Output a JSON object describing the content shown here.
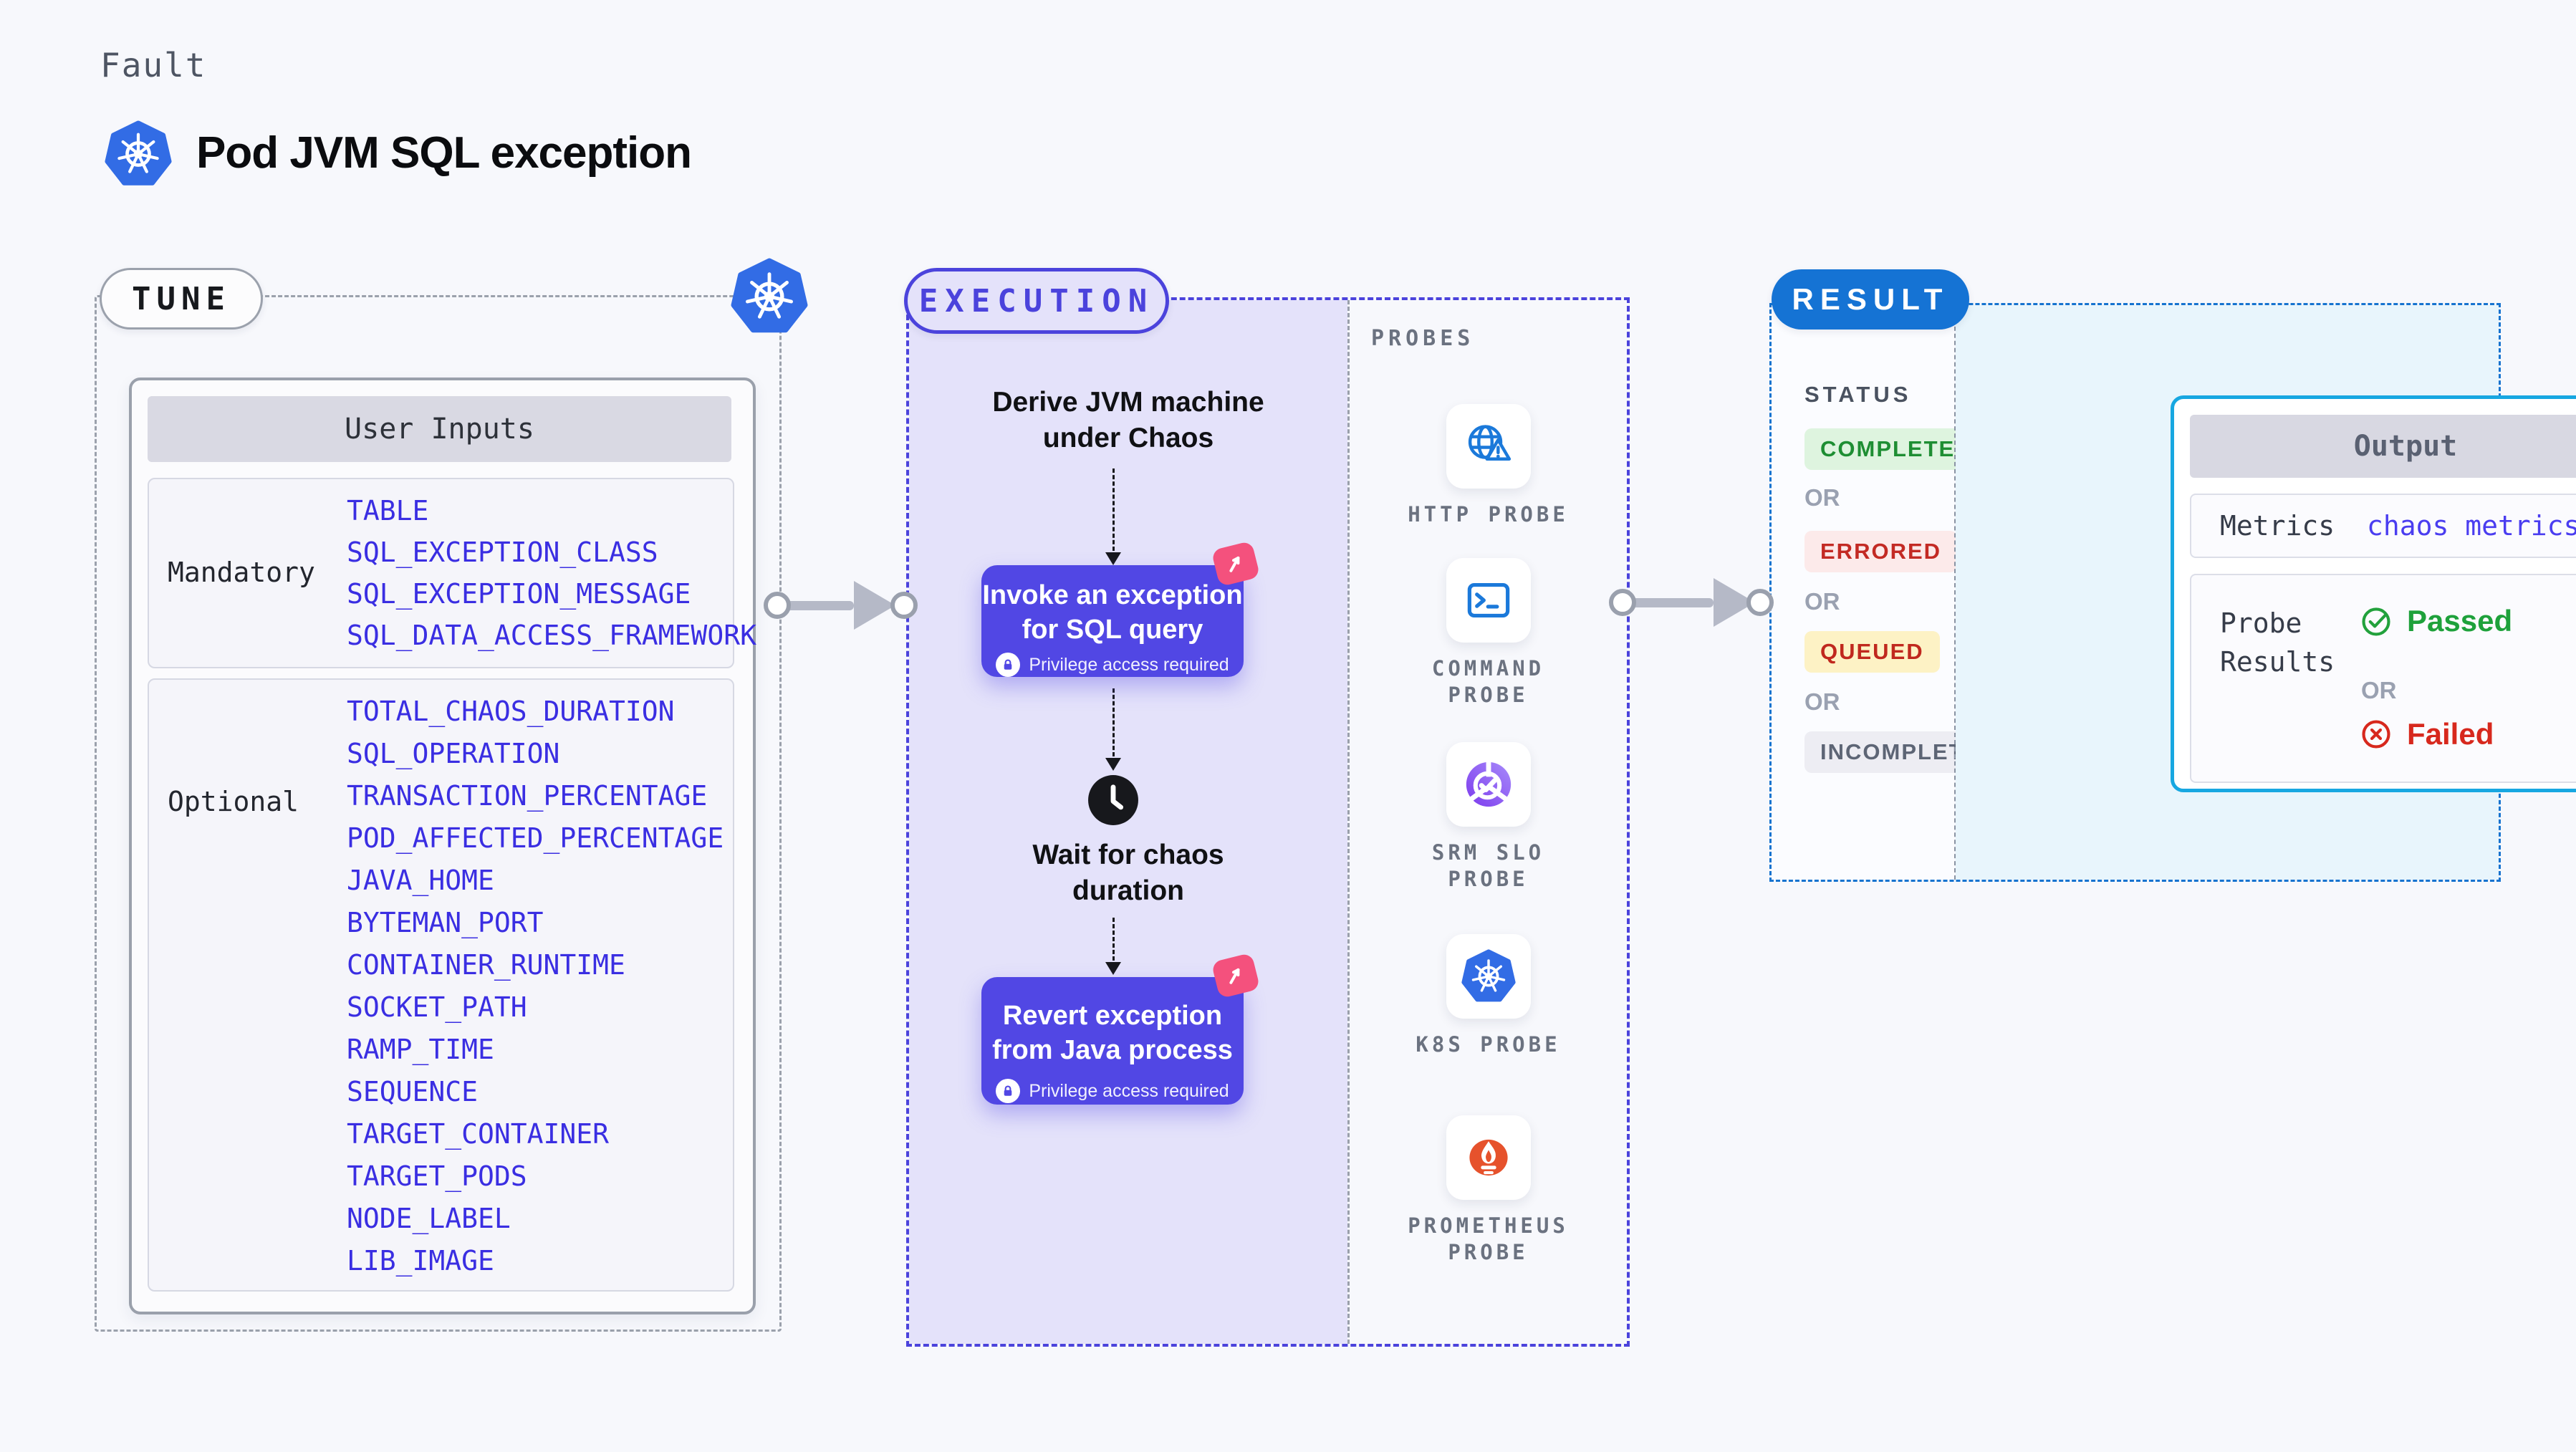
{
  "header": {
    "kicker": "Fault",
    "title": "Pod JVM SQL exception"
  },
  "tune": {
    "label": "TUNE",
    "user_inputs": {
      "header": "User Inputs",
      "mandatory_label": "Mandatory",
      "mandatory_params": [
        "TABLE",
        "SQL_EXCEPTION_CLASS",
        "SQL_EXCEPTION_MESSAGE",
        "SQL_DATA_ACCESS_FRAMEWORK"
      ],
      "optional_label": "Optional",
      "optional_params": [
        "TOTAL_CHAOS_DURATION",
        "SQL_OPERATION",
        "TRANSACTION_PERCENTAGE",
        "POD_AFFECTED_PERCENTAGE",
        "JAVA_HOME",
        "BYTEMAN_PORT",
        "CONTAINER_RUNTIME",
        "SOCKET_PATH",
        "RAMP_TIME",
        "SEQUENCE",
        "TARGET_CONTAINER",
        "TARGET_PODS",
        "NODE_LABEL",
        "LIB_IMAGE"
      ]
    }
  },
  "execution": {
    "label": "EXECUTION",
    "derive_line1": "Derive JVM machine",
    "derive_line2": "under Chaos",
    "invoke_line1": "Invoke an exception",
    "invoke_line2": "for SQL query",
    "privilege_note": "Privilege access required",
    "wait_line1": "Wait for chaos",
    "wait_line2": "duration",
    "revert_line1": "Revert exception",
    "revert_line2": "from Java process"
  },
  "probes": {
    "label": "PROBES",
    "items": [
      {
        "name": "HTTP PROBE",
        "icon": "globe-alert-icon"
      },
      {
        "name": "COMMAND PROBE",
        "icon": "terminal-icon"
      },
      {
        "name": "SRM SLO PROBE",
        "icon": "slo-gauge-icon"
      },
      {
        "name": "K8S PROBE",
        "icon": "kubernetes-icon"
      },
      {
        "name": "PROMETHEUS PROBE",
        "icon": "prometheus-icon"
      }
    ]
  },
  "result": {
    "label": "RESULT",
    "status_label": "STATUS",
    "or_label": "OR",
    "statuses": [
      {
        "text": "COMPLETED",
        "color": "#1e8e33"
      },
      {
        "text": "ERRORED",
        "color": "#c32a24"
      },
      {
        "text": "QUEUED",
        "color": "#c0281e"
      },
      {
        "text": "INCOMPLETED",
        "color": "#5d6575"
      }
    ],
    "output": {
      "header": "Output",
      "metrics_label": "Metrics",
      "metrics_value": "chaos metrics",
      "probe_results_label": "Probe Results",
      "passed_label": "Passed",
      "or_label": "OR",
      "failed_label": "Failed"
    }
  },
  "colors": {
    "page_bg": "#f7f8fc",
    "indigo_accent": "#4b43dc",
    "chaos_box": "#5147e4",
    "param_blue": "#3a2ee2",
    "result_blue": "#1573d4",
    "output_border": "#17a7e1",
    "pink_badge": "#f4517d",
    "kubernetes_blue": "#326ce5",
    "prometheus_orange": "#e6522c"
  }
}
